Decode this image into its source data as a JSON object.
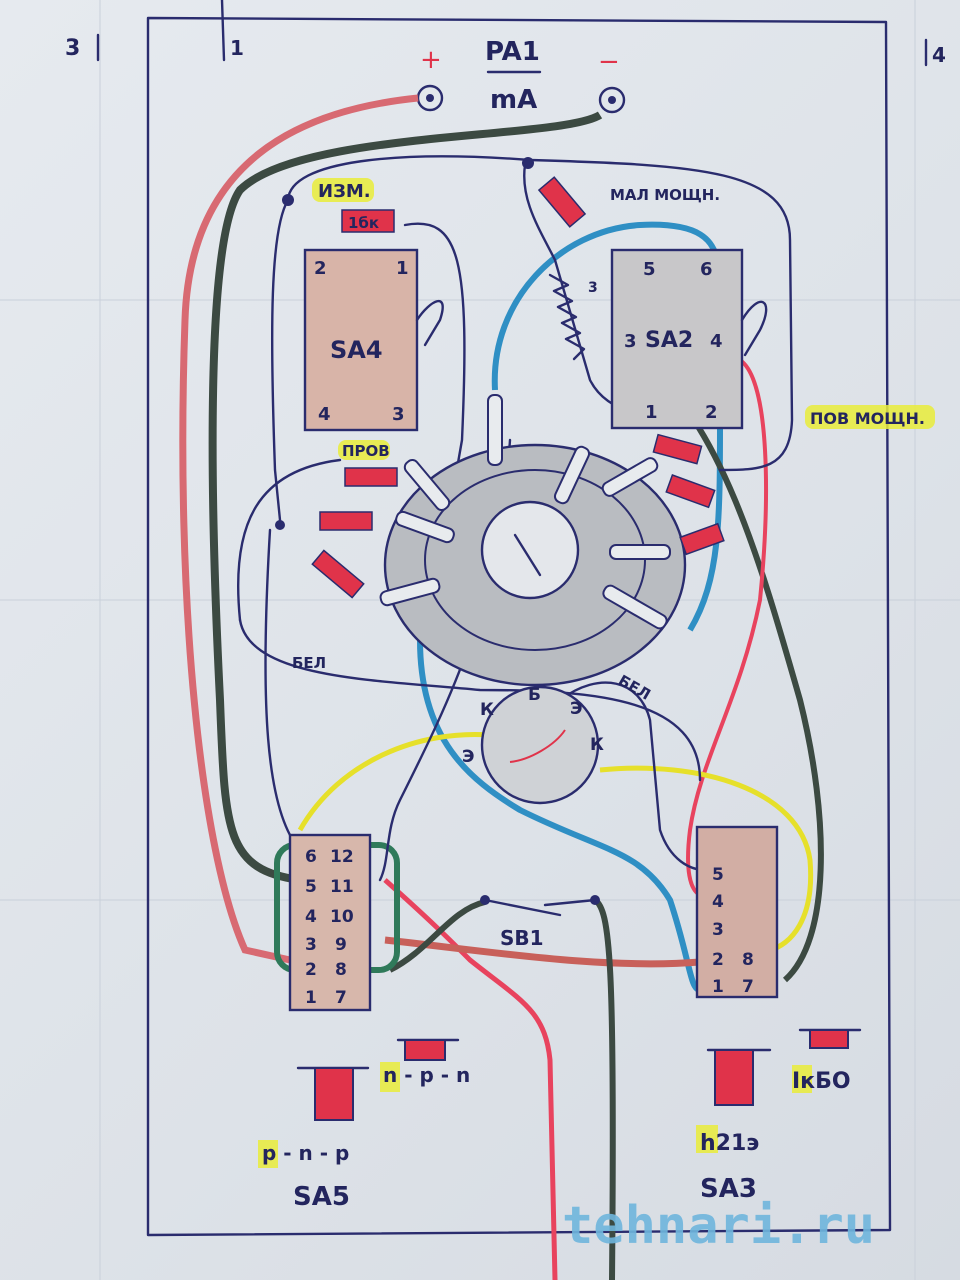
{
  "margin_marks": {
    "left": "3",
    "frame_left": "1",
    "right": "4"
  },
  "meter": {
    "name": "PA1",
    "unit": "mA",
    "plus": "+",
    "minus": "−"
  },
  "labels": {
    "measure": "ИЗМ.",
    "resistor_top": "1бк",
    "low_power": "МАЛ МОЩН.",
    "high_power": "ПОВ МОЩН.",
    "check": "ПРОВ",
    "white_left": "БЕЛ",
    "white_right": "БЕЛ",
    "spring_num": "3"
  },
  "switch_sa4": {
    "name": "SA4",
    "pins": [
      "1",
      "2",
      "3",
      "4"
    ]
  },
  "switch_sa2": {
    "name": "SA2",
    "pins": [
      "1",
      "2",
      "3",
      "4",
      "5",
      "6"
    ]
  },
  "socket": {
    "pins": [
      "К",
      "Б",
      "Э",
      "Э",
      "К"
    ]
  },
  "button_sb1": {
    "name": "SB1"
  },
  "switch_sa5": {
    "name": "SA5",
    "pins": [
      "1",
      "2",
      "3",
      "4",
      "5",
      "6",
      "7",
      "8",
      "9",
      "10",
      "11",
      "12"
    ],
    "label_npn": "n - p - n",
    "label_pnp": "p - n - p"
  },
  "switch_sa3": {
    "name": "SA3",
    "pins": [
      "1",
      "2",
      "3",
      "4",
      "5",
      "7",
      "8"
    ],
    "label_h21": "h21э",
    "label_ikbo": "IкБО"
  },
  "watermark": "tehnari.ru",
  "colors": {
    "ink": "#2a2c6e",
    "red": "#e0536a",
    "dark_green": "#3c4a42",
    "blue": "#2f8fc4",
    "yellow": "#e6e02a",
    "pink_red": "#e8435e",
    "brown_red": "#c8605a"
  }
}
